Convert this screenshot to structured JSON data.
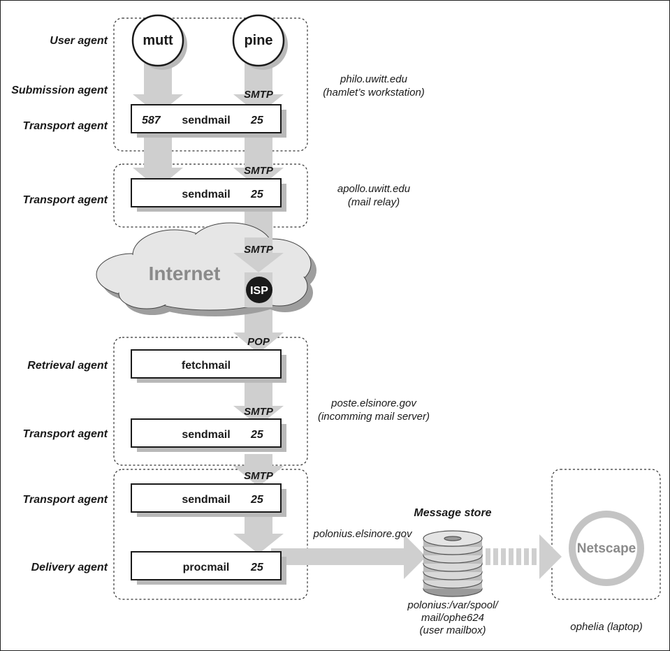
{
  "labels": {
    "user_agent": "User agent",
    "submission_agent": "Submission agent",
    "transport_agent_1": "Transport agent",
    "transport_agent_2": "Transport agent",
    "retrieval_agent": "Retrieval agent",
    "transport_agent_3": "Transport agent",
    "transport_agent_4": "Transport agent",
    "delivery_agent": "Delivery agent"
  },
  "clients": {
    "mutt": "mutt",
    "pine": "pine"
  },
  "boxes": {
    "sendmail_1": {
      "name": "sendmail",
      "port_left": "587",
      "port_right": "25"
    },
    "sendmail_2": {
      "name": "sendmail",
      "port": "25"
    },
    "fetchmail": {
      "name": "fetchmail"
    },
    "sendmail_3": {
      "name": "sendmail",
      "port": "25"
    },
    "sendmail_4": {
      "name": "sendmail",
      "port": "25"
    },
    "procmail": {
      "name": "procmail",
      "port": "25"
    }
  },
  "protocols": {
    "smtp_1": "SMTP",
    "smtp_2": "SMTP",
    "smtp_3": "SMTP",
    "pop": "POP",
    "smtp_4": "SMTP",
    "smtp_5": "SMTP"
  },
  "hosts": {
    "philo_1": "philo.uwitt.edu",
    "philo_2": "(hamlet’s workstation)",
    "apollo_1": "apollo.uwitt.edu",
    "apollo_2": "(mail relay)",
    "poste_1": "poste.elsinore.gov",
    "poste_2": "(incomming mail server)",
    "polonius": "polonius.elsinore.gov",
    "ophelia": "ophelia (laptop)"
  },
  "internet": {
    "label": "Internet",
    "isp": "ISP"
  },
  "message_store": {
    "title": "Message store",
    "path_1": "polonius:/var/spool/",
    "path_2": "mail/ophe624",
    "path_3": "(user mailbox)"
  },
  "netscape": "Netscape"
}
